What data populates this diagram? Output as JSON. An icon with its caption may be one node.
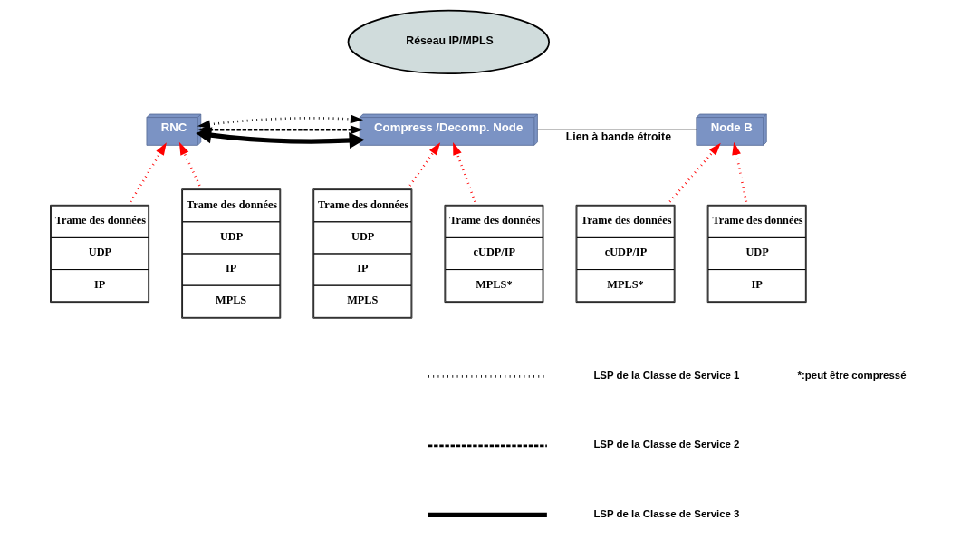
{
  "diagram": {
    "nodes": [
      {
        "text": [
          "Réseau IP/MPLS"
        ]
      },
      {
        "text": [
          "RNC"
        ]
      },
      {
        "text": [
          "Compress /Decomp. Node"
        ]
      },
      {
        "text": [
          "Node B"
        ]
      },
      {
        "text": [
          "Trame des données",
          "UDP",
          "IP"
        ]
      },
      {
        "text": [
          "Trame des données",
          "UDP",
          "IP",
          "MPLS"
        ]
      },
      {
        "text": [
          "Trame des données",
          "UDP",
          "IP",
          "MPLS"
        ]
      },
      {
        "text": [
          "Trame des données",
          "cUDP/IP",
          "MPLS*"
        ]
      },
      {
        "text": [
          "Trame des données",
          "cUDP/IP",
          "MPLS*"
        ]
      },
      {
        "text": [
          "Trame des données",
          "UDP",
          "IP"
        ]
      }
    ],
    "edges": [
      {
        "from": 1,
        "to": 2,
        "arrow": "both",
        "style": "dashed",
        "color": "#000000"
      },
      {
        "from": 1,
        "to": 2,
        "arrow": "both",
        "style": "dashed",
        "color": "#000000"
      },
      {
        "from": 1,
        "to": 2,
        "arrow": "both",
        "style": "thick",
        "color": "#000000"
      },
      {
        "from": 2,
        "to": 3,
        "arrow": "none",
        "label": "Lien à bande étroite",
        "color": "#000000"
      },
      {
        "from": 4,
        "to": 1,
        "arrow": "to",
        "style": "dashed",
        "color": "#ff0000"
      },
      {
        "from": 5,
        "to": 1,
        "arrow": "to",
        "style": "dashed",
        "color": "#ff0000"
      },
      {
        "from": 6,
        "to": 2,
        "arrow": "to",
        "style": "dashed",
        "color": "#ff0000"
      },
      {
        "from": 7,
        "to": 2,
        "arrow": "to",
        "style": "dashed",
        "color": "#ff0000"
      },
      {
        "from": 8,
        "to": 3,
        "arrow": "to",
        "style": "dashed",
        "color": "#ff0000"
      },
      {
        "from": 9,
        "to": 3,
        "arrow": "to",
        "style": "dashed",
        "color": "#ff0000"
      }
    ],
    "labels": [
      "*:peut être compressé"
    ],
    "legend": [
      {
        "text": "LSP de la Classe de Service 1"
      },
      {
        "text": "LSP de la Classe de Service 2"
      },
      {
        "text": "LSP de la Classe de Service 3"
      }
    ]
  }
}
